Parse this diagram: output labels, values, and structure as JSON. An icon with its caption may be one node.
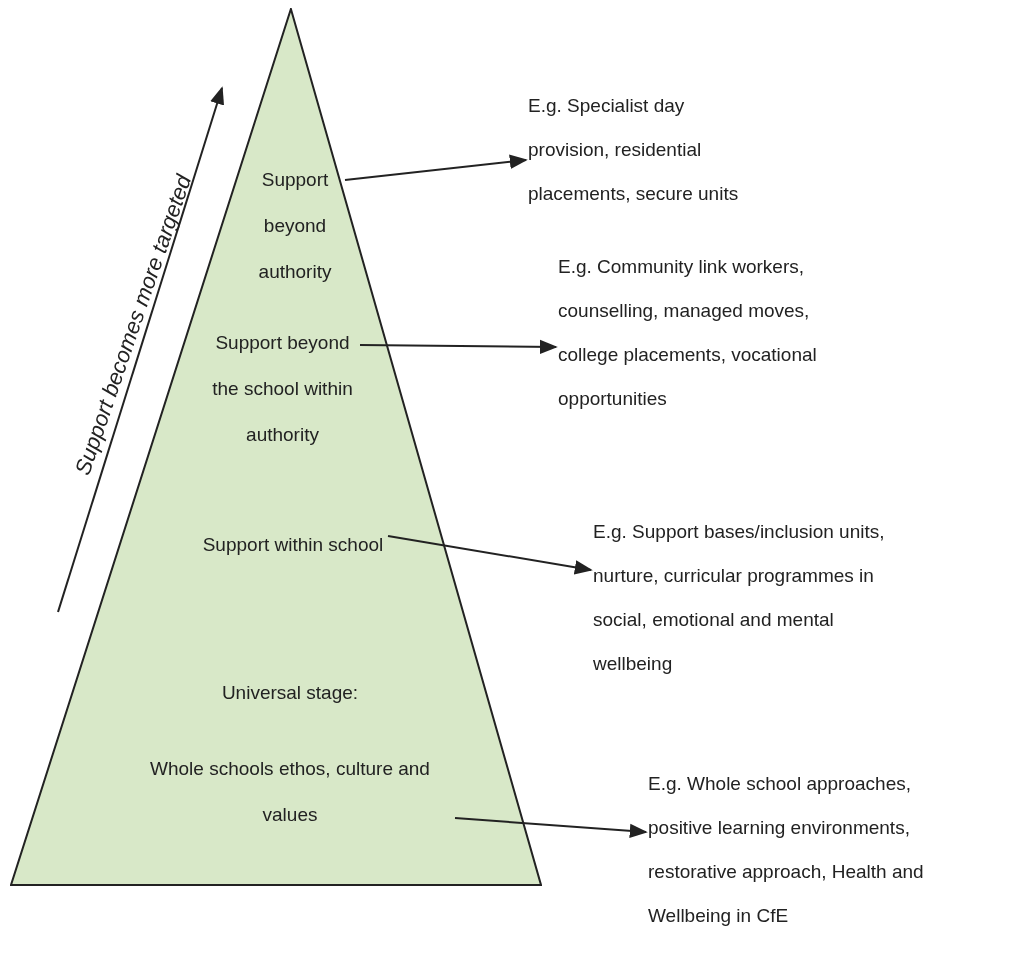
{
  "diagram": {
    "nodes": [
      {
        "text": [],
        "shape": "triangle"
      },
      {
        "text": [
          "Support beyond authority"
        ],
        "in": 0
      },
      {
        "text": [
          "Support beyond the school within authority"
        ],
        "in": 0
      },
      {
        "text": [
          "Support within school"
        ],
        "in": 0
      },
      {
        "text": [
          "Universal stage:",
          "Whole schools ethos, culture and values"
        ],
        "in": 0
      },
      {
        "text": [
          "E.g. Specialist day provision, residential placements, secure units"
        ]
      },
      {
        "text": [
          "E.g. Community link workers, counselling, managed moves, college placements, vocational opportunities"
        ]
      },
      {
        "text": [
          "E.g. Support bases/inclusion units, nurture, curricular programmes in social, emotional and mental wellbeing"
        ]
      },
      {
        "text": [
          "E.g. Whole school approaches, positive learning environments, restorative approach, Health and Wellbeing in CfE"
        ]
      }
    ],
    "edges": [
      {
        "from": 1,
        "to": 5,
        "arrow": "to"
      },
      {
        "from": 2,
        "to": 6,
        "arrow": "to"
      },
      {
        "from": 3,
        "to": 7,
        "arrow": "to"
      },
      {
        "from": 4,
        "to": 8,
        "arrow": "to"
      }
    ],
    "labels": [
      "Support becomes more targeted"
    ]
  }
}
